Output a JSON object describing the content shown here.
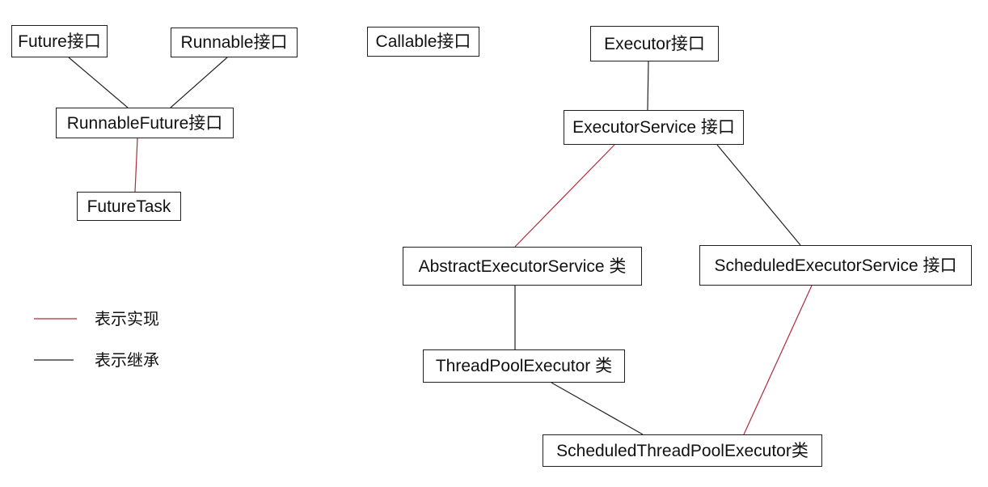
{
  "diagram": {
    "title_hint": "Java Executor / Future class hierarchy",
    "background_color": "#ffffff",
    "box_border_color": "#1f1f1f",
    "nodes": {
      "future": {
        "label": "Future接口",
        "kind": "interface"
      },
      "runnable": {
        "label": "Runnable接口",
        "kind": "interface"
      },
      "callable": {
        "label": "Callable接口",
        "kind": "interface"
      },
      "executor": {
        "label": "Executor接口",
        "kind": "interface"
      },
      "runnable_future": {
        "label": "RunnableFuture接口",
        "kind": "interface"
      },
      "executor_service": {
        "label": "ExecutorService 接口",
        "kind": "interface"
      },
      "future_task": {
        "label": "FutureTask",
        "kind": "class"
      },
      "abstract_executor_service": {
        "label": "AbstractExecutorService 类",
        "kind": "class"
      },
      "scheduled_executor_service": {
        "label": "ScheduledExecutorService 接口",
        "kind": "interface"
      },
      "thread_pool_executor": {
        "label": "ThreadPoolExecutor 类",
        "kind": "class"
      },
      "scheduled_thread_pool_executor": {
        "label": "ScheduledThreadPoolExecutor类",
        "kind": "class"
      }
    },
    "edges": [
      {
        "from": "Future接口",
        "to": "RunnableFuture接口",
        "type": "inheritance"
      },
      {
        "from": "Runnable接口",
        "to": "RunnableFuture接口",
        "type": "inheritance"
      },
      {
        "from": "RunnableFuture接口",
        "to": "FutureTask",
        "type": "implementation"
      },
      {
        "from": "Executor接口",
        "to": "ExecutorService 接口",
        "type": "inheritance"
      },
      {
        "from": "ExecutorService 接口",
        "to": "AbstractExecutorService 类",
        "type": "implementation"
      },
      {
        "from": "ExecutorService 接口",
        "to": "ScheduledExecutorService 接口",
        "type": "inheritance"
      },
      {
        "from": "AbstractExecutorService 类",
        "to": "ThreadPoolExecutor 类",
        "type": "inheritance"
      },
      {
        "from": "ThreadPoolExecutor 类",
        "to": "ScheduledThreadPoolExecutor类",
        "type": "inheritance"
      },
      {
        "from": "ScheduledExecutorService 接口",
        "to": "ScheduledThreadPoolExecutor类",
        "type": "implementation"
      }
    ],
    "legend": {
      "implementation": {
        "label": "表示实现",
        "color": "#b02a3a"
      },
      "inheritance": {
        "label": "表示继承",
        "color": "#222222"
      }
    }
  }
}
